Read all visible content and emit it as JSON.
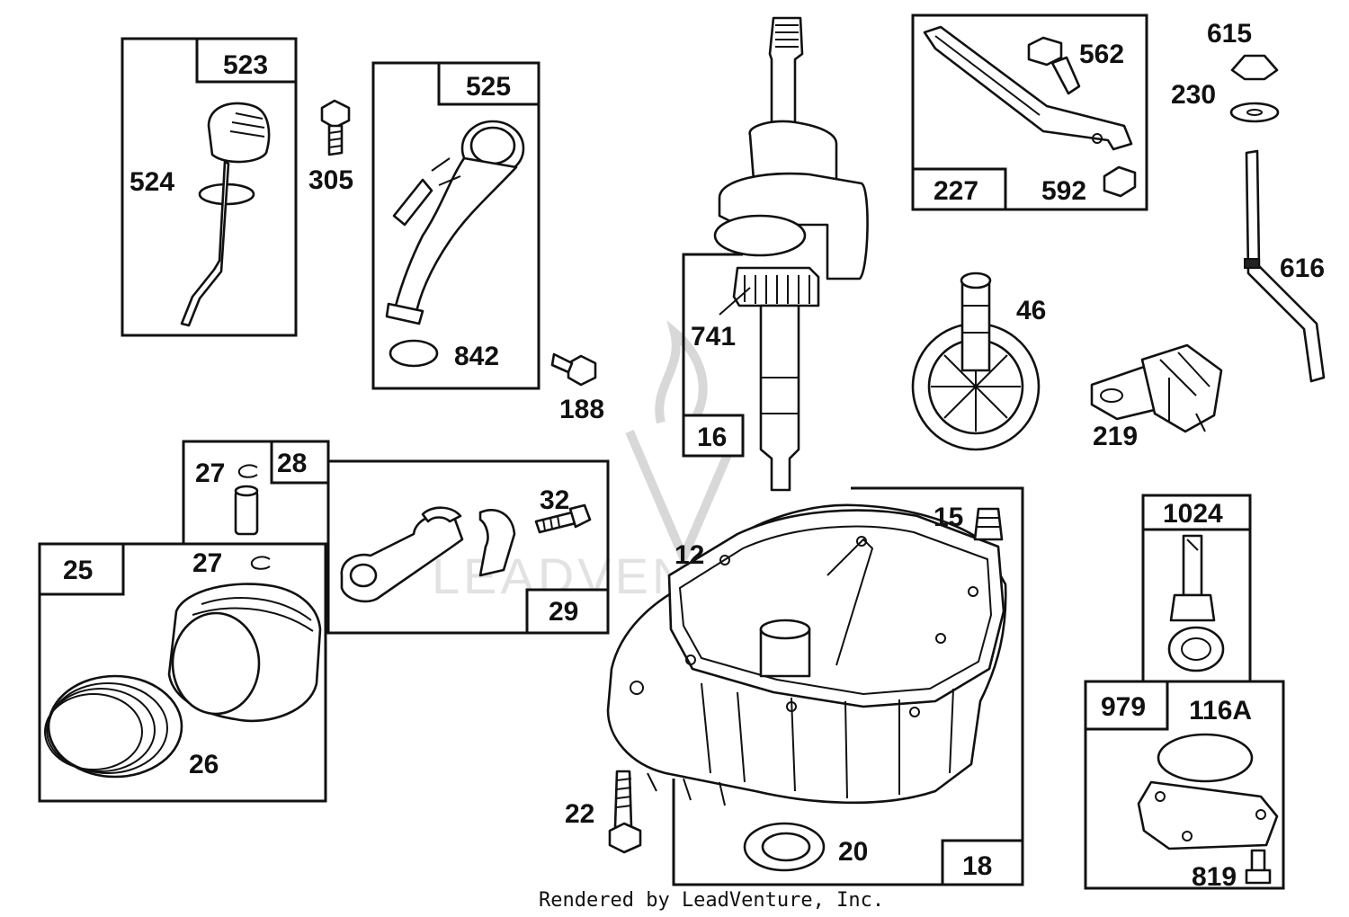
{
  "footer": "Rendered by LeadVenture, Inc.",
  "watermark": "LEADVENTURE",
  "labels": {
    "l523": "523",
    "l524": "524",
    "l305": "305",
    "l525": "525",
    "l842": "842",
    "l188": "188",
    "l741": "741",
    "l16": "16",
    "l562": "562",
    "l227": "227",
    "l592": "592",
    "l615": "615",
    "l230": "230",
    "l616": "616",
    "l46": "46",
    "l219": "219",
    "l27a": "27",
    "l28": "28",
    "l32": "32",
    "l29": "29",
    "l25": "25",
    "l27b": "27",
    "l26": "26",
    "l12": "12",
    "l15": "15",
    "l22": "22",
    "l20": "20",
    "l18": "18",
    "l1024": "1024",
    "l979": "979",
    "l116A": "116A",
    "l819": "819"
  }
}
